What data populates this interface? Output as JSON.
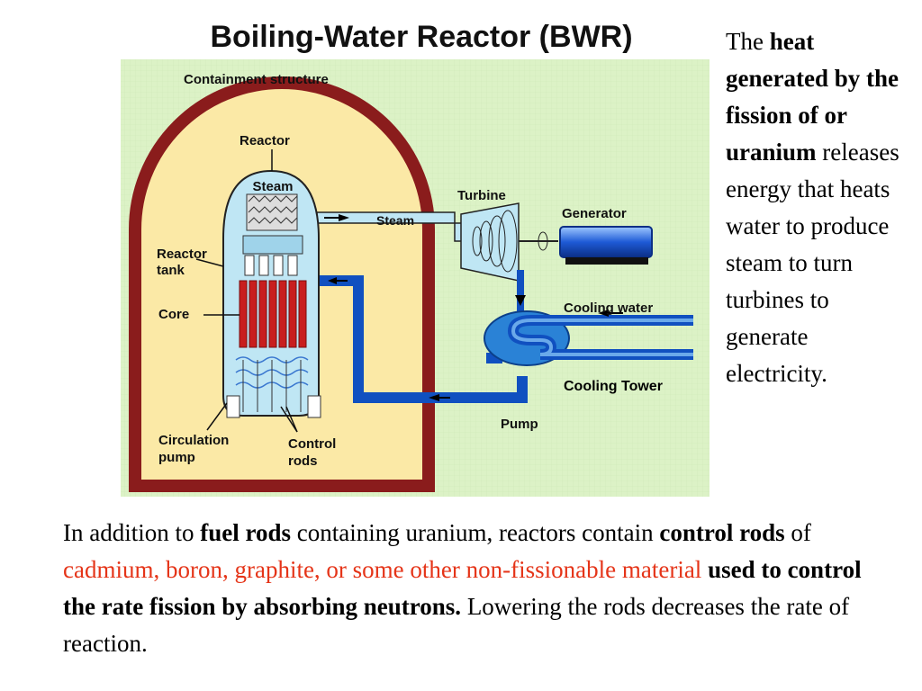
{
  "diagram": {
    "title": "Boiling-Water Reactor (BWR)",
    "labels": {
      "containment": "Containment structure",
      "reactor": "Reactor",
      "steam_inner": "Steam",
      "steam_pipe": "Steam",
      "turbine": "Turbine",
      "generator": "Generator",
      "reactor_tank_1": "Reactor",
      "reactor_tank_2": "tank",
      "core": "Core",
      "cooling_water": "Cooling water",
      "cooling_tower": "Cooling Tower",
      "pump": "Pump",
      "circulation_pump_1": "Circulation",
      "circulation_pump_2": "pump",
      "control_rods_1": "Control",
      "control_rods_2": "rods"
    },
    "colors": {
      "background": "#dcf2c6",
      "containment_wall": "#8a1c1c",
      "containment_fill": "#fbe9a6",
      "water_pipe": "#1050c0",
      "steam": "#bfe6f4",
      "core_rods": "#c81e1e"
    }
  },
  "side_text": {
    "the": "The ",
    "bold": "heat generated by the fission of or uranium",
    "rest": " releases energy that heats water to produce steam to turn turbines to generate electricity."
  },
  "bottom_text": {
    "p1": "In addition to ",
    "b1": "fuel rods",
    "p2": " containing uranium, reactors contain ",
    "b2": "control rods",
    "p3": " of ",
    "red": "cadmium, boron, graphite, or some other non-fissionable material",
    "b3": " used to control the rate fission by absorbing neutrons.",
    "p4": " Lowering the rods decreases the rate of reaction."
  }
}
